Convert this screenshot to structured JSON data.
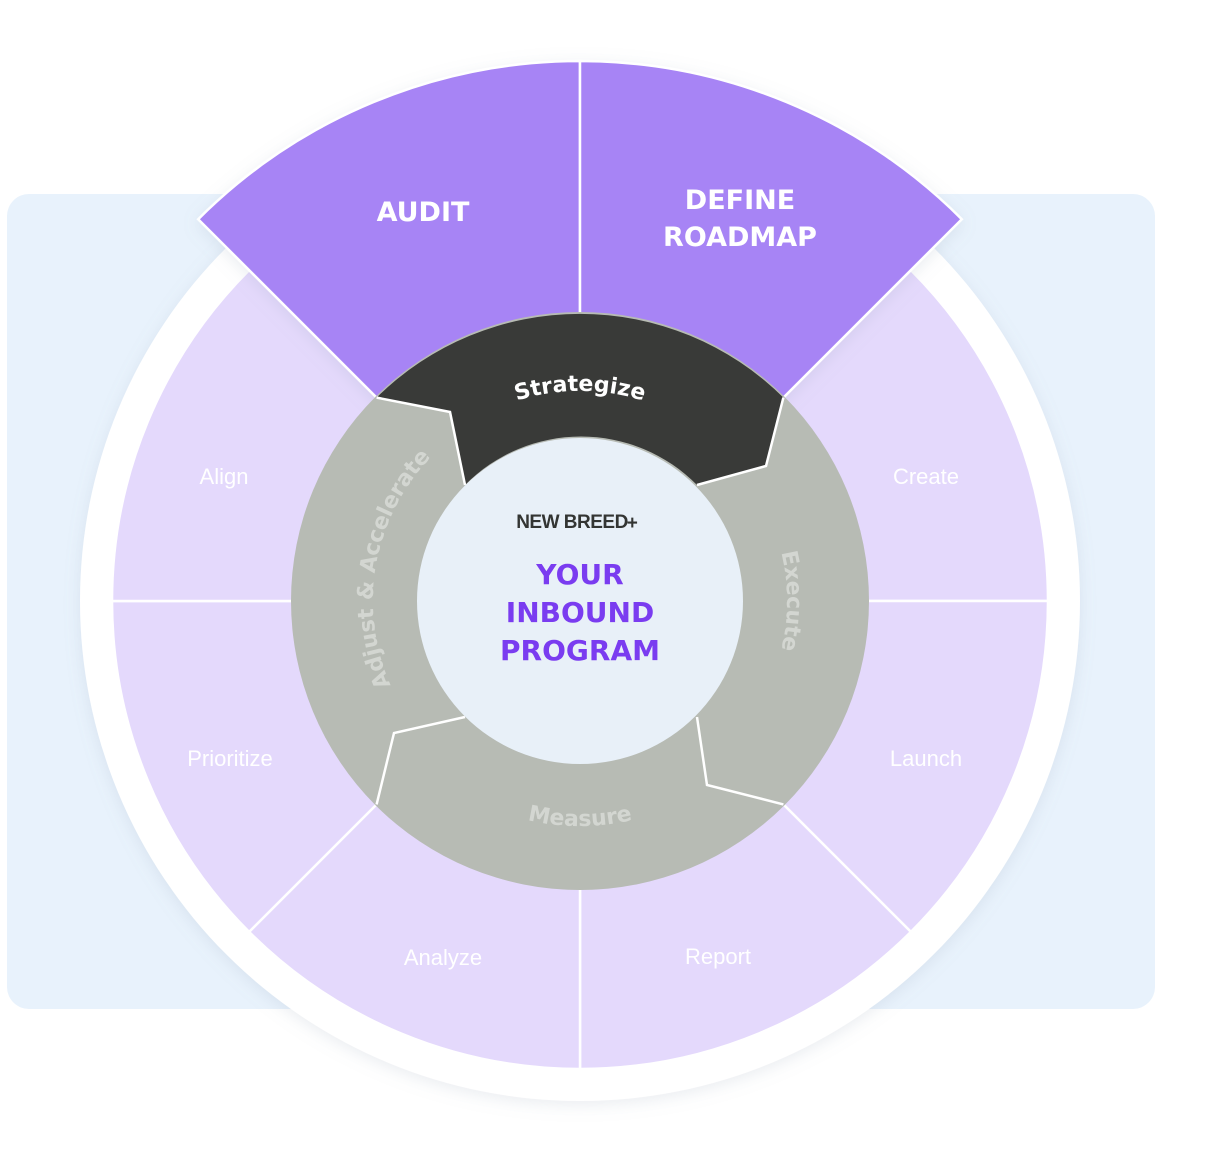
{
  "colors": {
    "background_panel": "#e8f2fc",
    "outer_ring": "#ffffff",
    "top_segment": "#a784f5",
    "outer_segment": "#e4d9fc",
    "inner_ring": "#b7bbb4",
    "strategize": "#393a38",
    "center": "#e8f0f8",
    "accent": "#7a3cf0",
    "ring_text": "#d3d6d1"
  },
  "top_segments": [
    {
      "label": "AUDIT"
    },
    {
      "label_line1": "DEFINE",
      "label_line2": "ROADMAP"
    }
  ],
  "outer_segments": [
    "Create",
    "Launch",
    "Report",
    "Analyze",
    "Prioritize",
    "Align"
  ],
  "inner_ring": {
    "strategize": "Strategize",
    "execute": "Execute",
    "measure": "Measure",
    "adjust": "Adjust & Accelerate"
  },
  "center": {
    "brand": "NEW BREED",
    "brand_mark": "+",
    "title_lines": [
      "YOUR",
      "INBOUND",
      "PROGRAM"
    ]
  }
}
